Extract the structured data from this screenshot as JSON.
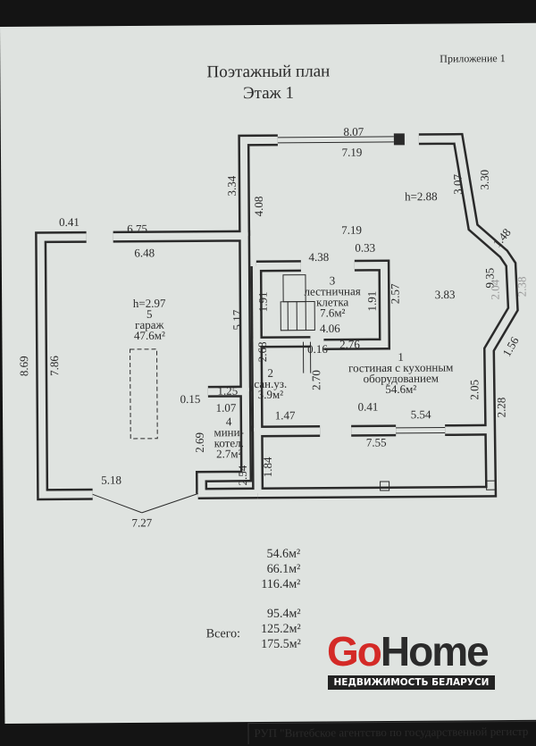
{
  "header": {
    "title": "Поэтажный план",
    "floor": "Этаж 1",
    "appendix": "Приложение 1"
  },
  "rooms": [
    {
      "num": "1",
      "name_line1": "гостиная с кухонным",
      "name_line2": "оборудованием",
      "area": "54.6м²"
    },
    {
      "num": "2",
      "name_line1": "сан.уз.",
      "area": "3.9м²"
    },
    {
      "num": "3",
      "name_line1": "лестничная",
      "name_line2": "клетка",
      "area": "7.6м²"
    },
    {
      "num": "4",
      "name_line1": "мини-",
      "name_line2": "котел.",
      "area": "2.7м²"
    },
    {
      "num": "5",
      "name_line1": "гараж",
      "area": "47.6м²",
      "height": "h=2.97"
    }
  ],
  "height_living": "h=2.88",
  "dims": [
    "0.41",
    "6.75",
    "6.48",
    "3.34",
    "4.08",
    "8.07",
    "7.19",
    "3.07",
    "3.30",
    "7.19",
    "1.48",
    "0.33",
    "4.38",
    "9.35",
    "2.04",
    "2.38",
    "3.83",
    "1.91",
    "1.91",
    "2.57",
    "4.06",
    "2.76",
    "0.16",
    "2.68",
    "2.70",
    "1.56",
    "2.05",
    "2.28",
    "1.47",
    "0.41",
    "5.54",
    "7.55",
    "1.84",
    "5.18",
    "7.27",
    "8.69",
    "7.86",
    "5.17",
    "0.15",
    "1.25",
    "1.07",
    "2.69",
    "2.54"
  ],
  "areas": [
    "54.6м²",
    "66.1м²",
    "116.4м²",
    "95.4м²",
    "125.2м²",
    "175.5м²"
  ],
  "total_label": "Всего:",
  "logo": {
    "go": "Go",
    "home": "Home",
    "tagline": "НЕДВИЖИМОСТЬ БЕЛАРУСИ"
  },
  "footer": "РУП \"Витебское агентство по государственной регистр"
}
